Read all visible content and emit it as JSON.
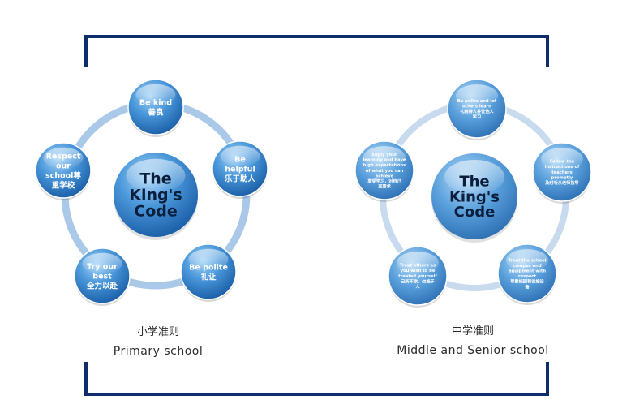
{
  "primary": {
    "center": [
      "The",
      "King's",
      "Code"
    ],
    "nodes": [
      {
        "lines": [
          "Be kind",
          "善良"
        ]
      },
      {
        "lines": [
          "Be",
          "helpful",
          "乐于助人"
        ]
      },
      {
        "lines": [
          "Be polite",
          "礼让"
        ]
      },
      {
        "lines": [
          "Try our",
          "best",
          "全力以赴"
        ]
      },
      {
        "lines": [
          "Respect",
          "our",
          "school尊",
          "重学校"
        ]
      }
    ],
    "caption_zh": "小学准则",
    "caption_en": "Primary school"
  },
  "secondary": {
    "center": [
      "The",
      "King's",
      "Code"
    ],
    "nodes": [
      {
        "lines": [
          "Be polite and let",
          "others learn",
          "礼貌待人并让他人",
          "学习"
        ]
      },
      {
        "lines": [
          "Follow the",
          "instructions of",
          "teachers",
          "promptly",
          "及时听从老师指导"
        ]
      },
      {
        "lines": [
          "Treat the school",
          "campus and",
          "equipment with",
          "respect",
          "尊重校园和设施设",
          "备"
        ]
      },
      {
        "lines": [
          "Treat others as",
          "you wish to be",
          "treated yourself",
          "己所不欲，勿施于",
          "人"
        ]
      },
      {
        "lines": [
          "Enjoy your",
          "learning and have",
          "high expectations",
          "of what you can",
          "achieve",
          "享受学习，对自己",
          "高要求"
        ]
      }
    ],
    "caption_zh": "中学准则",
    "caption_en": "Middle and Senior school"
  },
  "colors": {
    "bracket": "#0e2d6b",
    "node_light": "#9ccaf0",
    "node_mid": "#3d8cd3",
    "node_dark": "#1a5da6",
    "ring_primary": "#aac8e8",
    "ring_secondary": "#c7daee",
    "center_text": "#0b1f3d"
  }
}
